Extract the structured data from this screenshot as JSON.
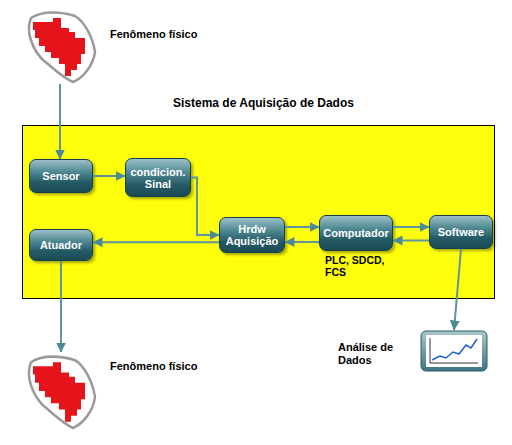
{
  "diagram": {
    "nodes": [
      {
        "text": [
          "Fenômeno físico"
        ]
      },
      {
        "text": [
          "Sistema de Aquisição de Dados"
        ]
      },
      {
        "text": [
          "Sensor"
        ],
        "in": 1
      },
      {
        "text": [
          "condicion. Sinal"
        ],
        "in": 1
      },
      {
        "text": [
          "Atuador"
        ],
        "in": 1
      },
      {
        "text": [
          "Hrdw Aquisição"
        ],
        "in": 1
      },
      {
        "text": [
          "Computador"
        ],
        "in": 1
      },
      {
        "text": [
          "Software"
        ],
        "in": 1
      },
      {
        "text": [
          "Fenômeno físico"
        ]
      },
      {
        "text": [
          "Análise de Dados"
        ]
      }
    ],
    "edges": [
      {
        "from": 0,
        "to": 2,
        "arrow": "to"
      },
      {
        "from": 2,
        "to": 3,
        "arrow": "to"
      },
      {
        "from": 3,
        "to": 5,
        "arrow": "to"
      },
      {
        "from": 5,
        "to": 6,
        "arrow": "to"
      },
      {
        "from": 6,
        "to": 5,
        "arrow": "to"
      },
      {
        "from": 6,
        "to": 7,
        "arrow": "to"
      },
      {
        "from": 7,
        "to": 6,
        "arrow": "to"
      },
      {
        "from": 5,
        "to": 4,
        "arrow": "to"
      },
      {
        "from": 4,
        "to": 8,
        "arrow": "to"
      },
      {
        "from": 7,
        "to": 9,
        "arrow": "to"
      }
    ],
    "labels": [
      "PLC, SDCD, FCS"
    ]
  }
}
